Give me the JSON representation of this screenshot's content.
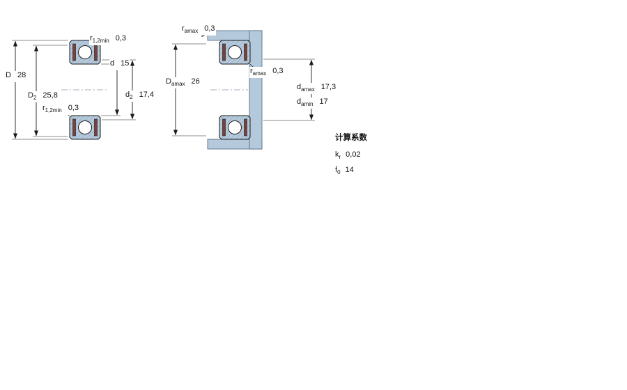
{
  "colors": {
    "shade_blue": "#b4c9db",
    "hatch_line": "#8aa6bd",
    "seal": "#7d4038",
    "line": "#1a1a1a"
  },
  "figure_left": {
    "name": "bearing cross section",
    "labels": {
      "D": {
        "base": "D",
        "sub": "",
        "value": "28"
      },
      "D2": {
        "base": "D",
        "sub": "2",
        "value": "25,8"
      },
      "r12_top": {
        "base": "r",
        "sub": "1,2min",
        "value": "0,3"
      },
      "r12_bottom": {
        "base": "r",
        "sub": "1,2min",
        "value": "0,3"
      },
      "d": {
        "base": "d",
        "sub": "",
        "value": "15"
      },
      "d2": {
        "base": "d",
        "sub": "2",
        "value": "17,4"
      }
    }
  },
  "figure_right": {
    "name": "abutment and fillet dimensions",
    "labels": {
      "ra_top": {
        "base": "r",
        "sub": "amax",
        "value": "0,3"
      },
      "Da": {
        "base": "D",
        "sub": "amax",
        "value": "26"
      },
      "ra_mid": {
        "base": "r",
        "sub": "amax",
        "value": "0,3"
      },
      "da_max": {
        "base": "d",
        "sub": "amax",
        "value": "17,3"
      },
      "da_min": {
        "base": "d",
        "sub": "amin",
        "value": "17"
      }
    }
  },
  "calculation_factors": {
    "title": "计算系数",
    "factors": [
      {
        "base": "k",
        "sub": "r",
        "value": "0,02"
      },
      {
        "base": "f",
        "sub": "0",
        "value": "14"
      }
    ]
  }
}
